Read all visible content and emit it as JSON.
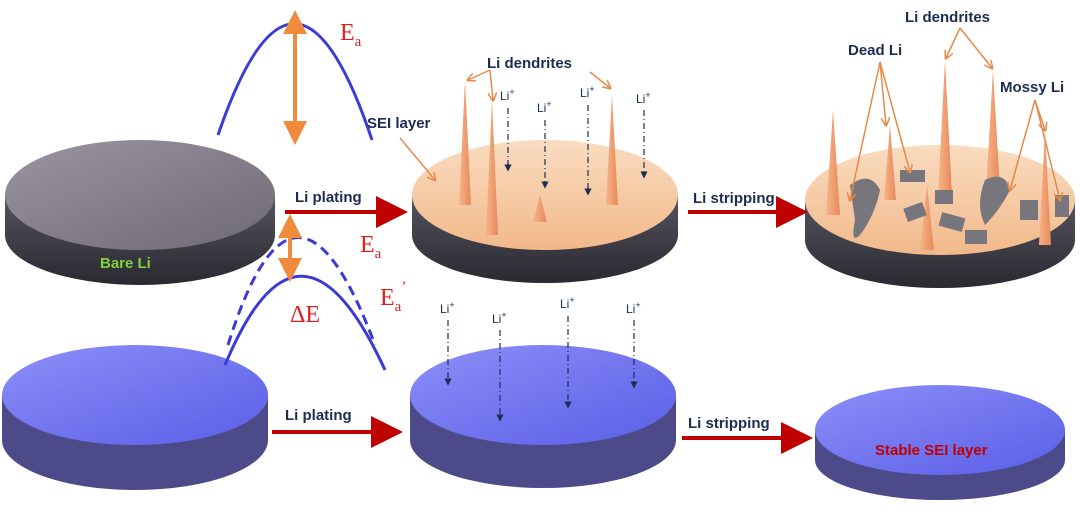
{
  "energy": {
    "ea_top": "E",
    "ea_top_sub": "a",
    "ea_bottom": "E",
    "ea_bottom_sub": "a",
    "ea_prime": "E",
    "ea_prime_sub": "a",
    "ea_prime_mark": "’",
    "delta_e": "ΔE"
  },
  "labels": {
    "bare_li": "Bare Li",
    "sei_layer": "SEI layer",
    "li_dendrites_mid": "Li dendrites",
    "li_dendrites_right": "Li dendrites",
    "dead_li": "Dead Li",
    "mossy_li": "Mossy Li",
    "stable_sei": "Stable SEI layer",
    "li_plating_top": "Li plating",
    "li_stripping_top": "Li stripping",
    "li_plating_bottom": "Li plating",
    "li_stripping_bottom": "Li stripping",
    "li_ion": "Li",
    "li_ion_sup": "+"
  },
  "colors": {
    "bare": "#8a8590",
    "sei": "#f6caa0",
    "blue": "#6a6ef0",
    "arrow": "#c00000",
    "orange": "#f08a3c",
    "curve": "#3a3ad8"
  }
}
